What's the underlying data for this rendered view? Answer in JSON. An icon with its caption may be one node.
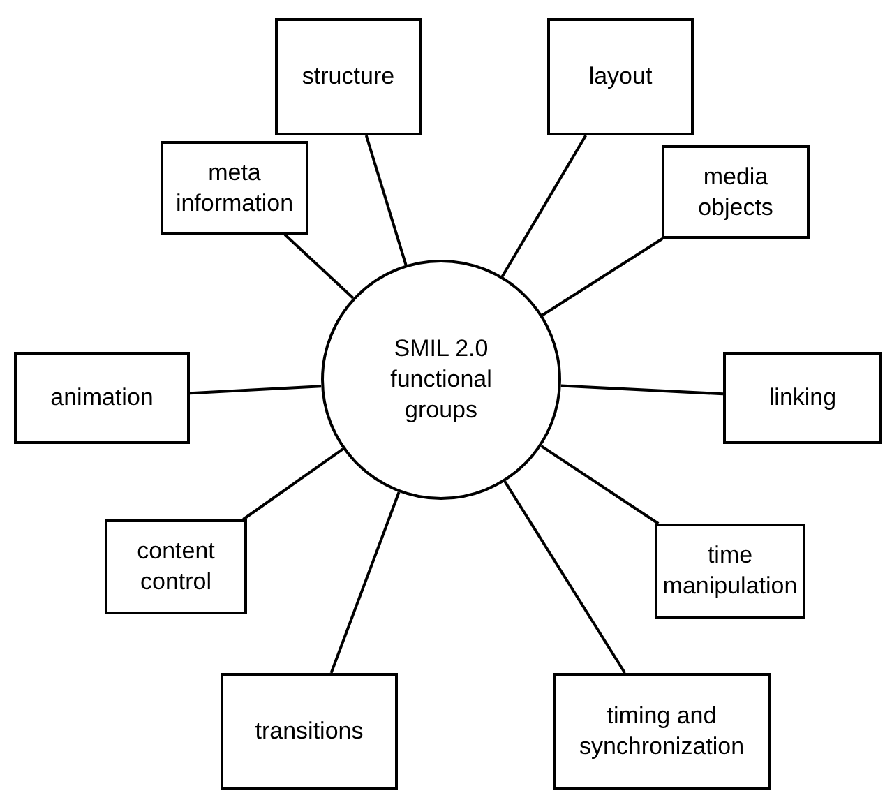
{
  "diagram": {
    "nodes": [
      {
        "text": [
          "SMIL 2.0 functional groups"
        ]
      },
      {
        "text": [
          "structure"
        ]
      },
      {
        "text": [
          "layout"
        ]
      },
      {
        "text": [
          "meta information"
        ]
      },
      {
        "text": [
          "media objects"
        ]
      },
      {
        "text": [
          "animation"
        ]
      },
      {
        "text": [
          "linking"
        ]
      },
      {
        "text": [
          "content control"
        ]
      },
      {
        "text": [
          "time manipulation"
        ]
      },
      {
        "text": [
          "transitions"
        ]
      },
      {
        "text": [
          "timing and synchronization"
        ]
      }
    ],
    "edges": [
      {
        "from": 0,
        "to": 1,
        "arrow": "none"
      },
      {
        "from": 0,
        "to": 2,
        "arrow": "none"
      },
      {
        "from": 0,
        "to": 3,
        "arrow": "none"
      },
      {
        "from": 0,
        "to": 4,
        "arrow": "none"
      },
      {
        "from": 0,
        "to": 5,
        "arrow": "none"
      },
      {
        "from": 0,
        "to": 6,
        "arrow": "none"
      },
      {
        "from": 0,
        "to": 7,
        "arrow": "none"
      },
      {
        "from": 0,
        "to": 8,
        "arrow": "none"
      },
      {
        "from": 0,
        "to": 9,
        "arrow": "none"
      },
      {
        "from": 0,
        "to": 10,
        "arrow": "none"
      }
    ]
  }
}
